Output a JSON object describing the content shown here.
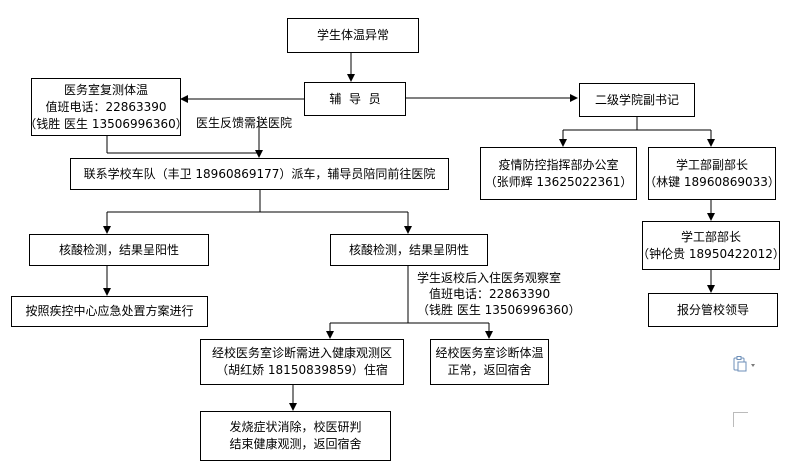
{
  "nodes": {
    "start": "学生体温异常",
    "counselor": "辅  导  员",
    "medical_recheck": [
      "医务室复测体温",
      "值班电话：22863390",
      "（钱胜 医生 13506996360）"
    ],
    "deputy_secretary": "二级学院副书记",
    "school_car": "联系学校车队（丰卫 18960869177）派车，辅导员陪同前往医院",
    "epidemic_office": [
      "疫情防控指挥部办公室",
      "（张师辉 13625022361）"
    ],
    "vice_director": [
      "学工部副部长",
      "（林键 18960869033）"
    ],
    "positive": "核酸检测，结果呈阳性",
    "negative": "核酸检测，结果呈阴性",
    "director": [
      "学工部部长",
      "（钟伦贵 18950422012）"
    ],
    "cdc_plan": "按照疾控中心应急处置方案进行",
    "report_leader": "报分管校领导",
    "observation_zone": [
      "经校医务室诊断需进入健康观测区",
      "（胡红娇 18150839859）住宿"
    ],
    "normal_return": [
      "经校医务室诊断体温",
      "正常，返回宿舍"
    ],
    "end_observation": [
      "发烧症状消除，校医研判",
      "结束健康观测，返回宿舍"
    ]
  },
  "labels": {
    "doctor_feedback": "医生反馈需送医院",
    "return_observation": [
      "学生返校后入住医务观察室",
      "值班电话：22863390",
      "（钱胜 医生 13506996360）"
    ]
  },
  "icons": {
    "paste": "paste-options-icon"
  }
}
